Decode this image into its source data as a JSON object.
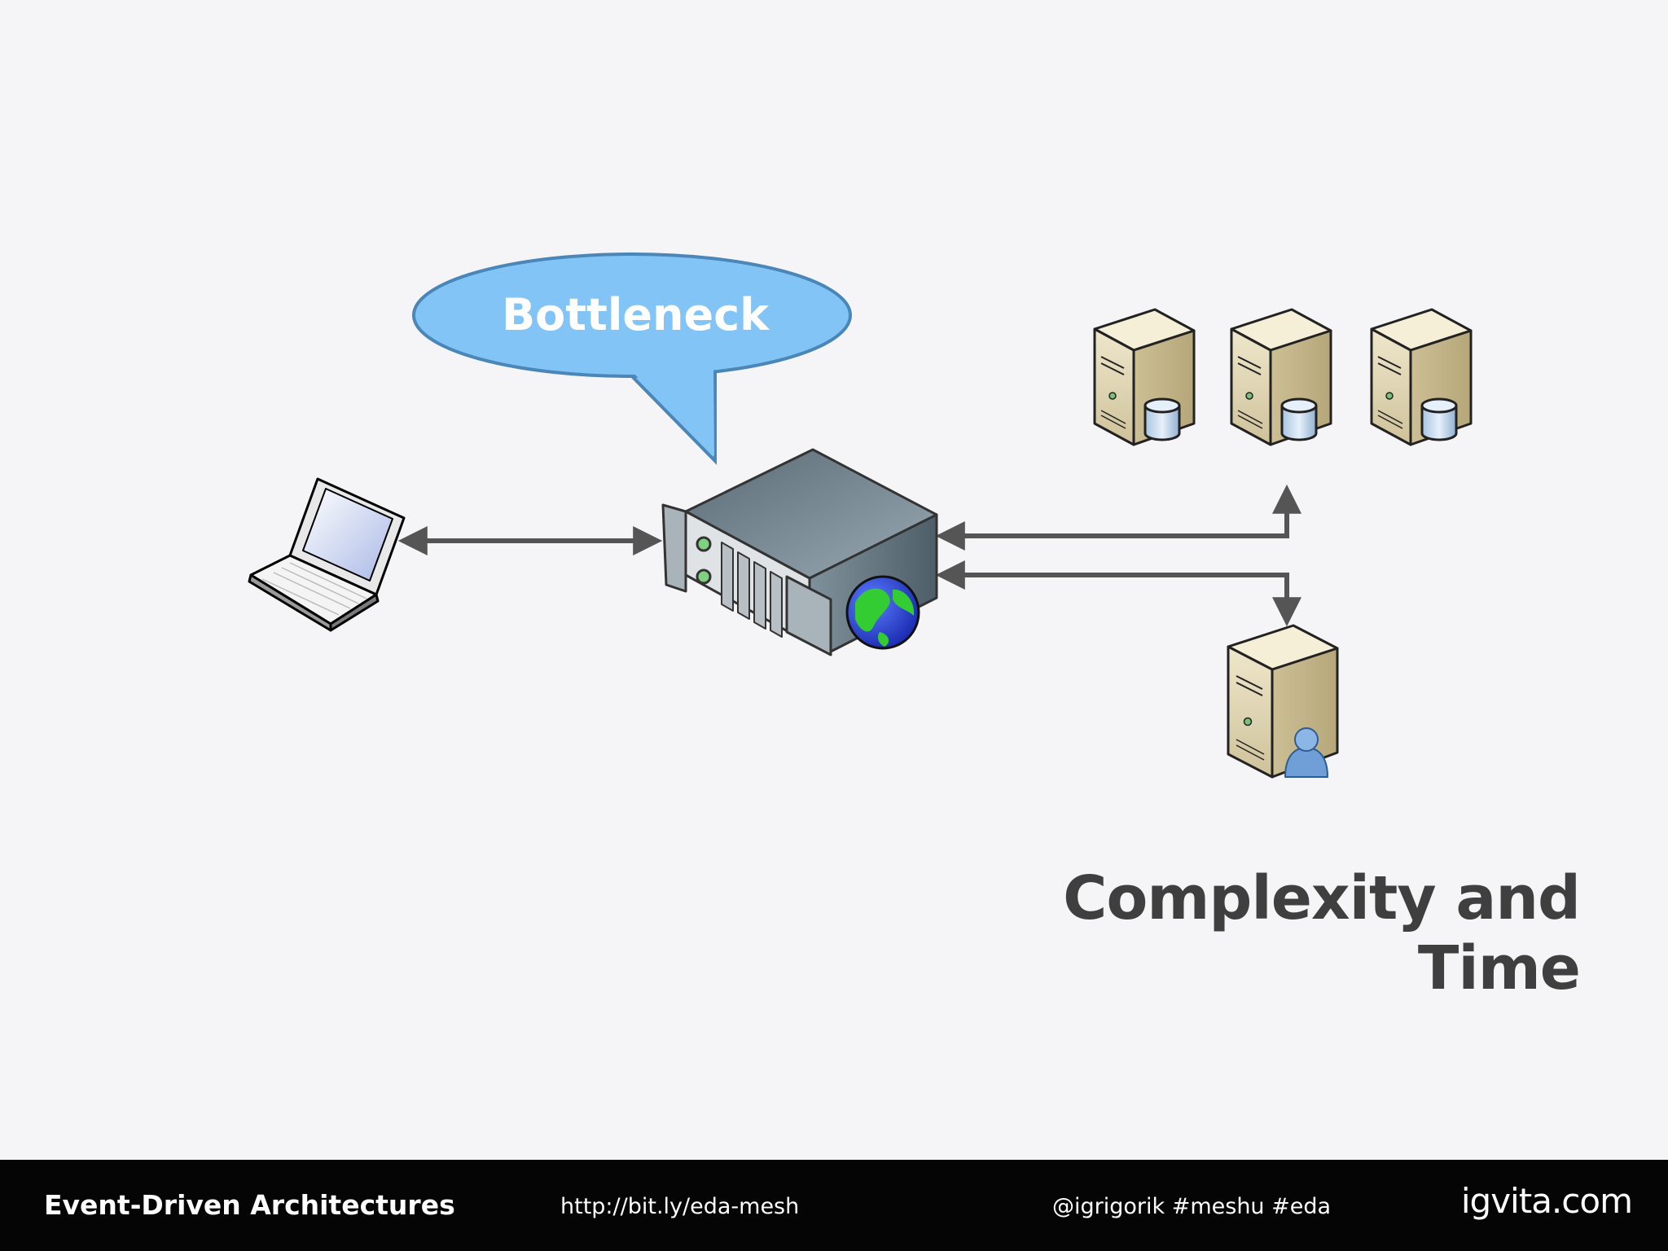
{
  "diagram": {
    "callout": "Bottleneck",
    "title": "Complexity and Time",
    "nodes": [
      {
        "name": "laptop",
        "icon": "laptop-icon"
      },
      {
        "name": "web-server",
        "icon": "rack-server-globe-icon"
      },
      {
        "name": "database-server-1",
        "icon": "database-server-icon"
      },
      {
        "name": "database-server-2",
        "icon": "database-server-icon"
      },
      {
        "name": "database-server-3",
        "icon": "database-server-icon"
      },
      {
        "name": "user-server",
        "icon": "user-server-icon"
      }
    ],
    "connections": [
      {
        "from": "laptop",
        "to": "web-server",
        "direction": "both"
      },
      {
        "from": "web-server",
        "to": "database-server-2",
        "direction": "both"
      },
      {
        "from": "web-server",
        "to": "user-server",
        "direction": "both"
      }
    ],
    "colors": {
      "background": "#f5f5f7",
      "bubble_fill": "#82c4f5",
      "bubble_stroke": "#4a86b8",
      "arrow": "#555555",
      "server_beige": "#ddd2b0",
      "title_text": "#3f3f3f"
    }
  },
  "footer": {
    "title": "Event-Driven Architectures",
    "link": "http://bit.ly/eda-mesh",
    "handle": "@igrigorik #meshu #eda",
    "brand": "igvita.com",
    "background": "#050505"
  }
}
